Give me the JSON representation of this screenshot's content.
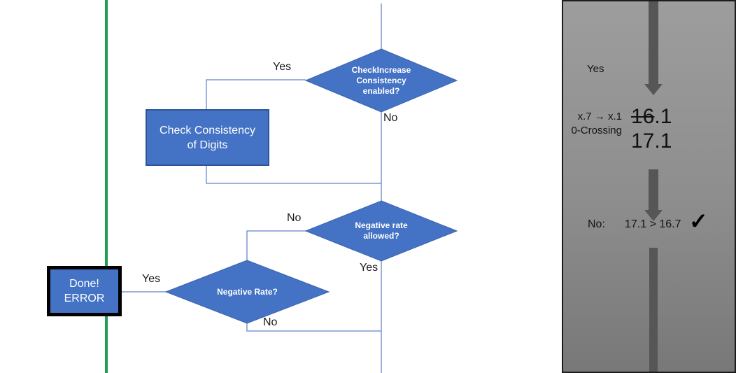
{
  "colors": {
    "node_blue": "#4472C4",
    "node_border_blue": "#2F5597",
    "connector_blue": "#7B97D0",
    "green_line": "#1EA050",
    "panel_arrow_gray": "#565656",
    "panel_bg_top": "#9D9D9D",
    "panel_bg_bottom": "#787878",
    "done_box_border": "#000000"
  },
  "flowchart": {
    "nodes": {
      "check_increase_diamond": {
        "lines": [
          "CheckIncrease",
          "Consistency",
          "enabled?"
        ]
      },
      "check_consistency_rect": {
        "lines": [
          "Check Consistency",
          "of Digits"
        ]
      },
      "negative_rate_allowed_diamond": {
        "lines": [
          "Negative rate",
          "allowed?"
        ]
      },
      "negative_rate_diamond": {
        "lines": [
          "Negative Rate?"
        ]
      },
      "done_error_box": {
        "lines": [
          "Done!",
          "ERROR"
        ]
      }
    },
    "labels": {
      "yes_top": "Yes",
      "no_top": "No",
      "no_mid": "No",
      "yes_mid": "Yes",
      "yes_done": "Yes",
      "no_bottom": "No"
    }
  },
  "panel": {
    "yes_label": "Yes",
    "note_line1": "x.7 → x.1",
    "note_line2": "0-Crossing",
    "old_value_struck": "16",
    "old_value_rest": ".1",
    "new_value": "17.1",
    "result_label": "No:",
    "result_comparison": "17.1 > 16.7",
    "checkmark": "✓"
  }
}
